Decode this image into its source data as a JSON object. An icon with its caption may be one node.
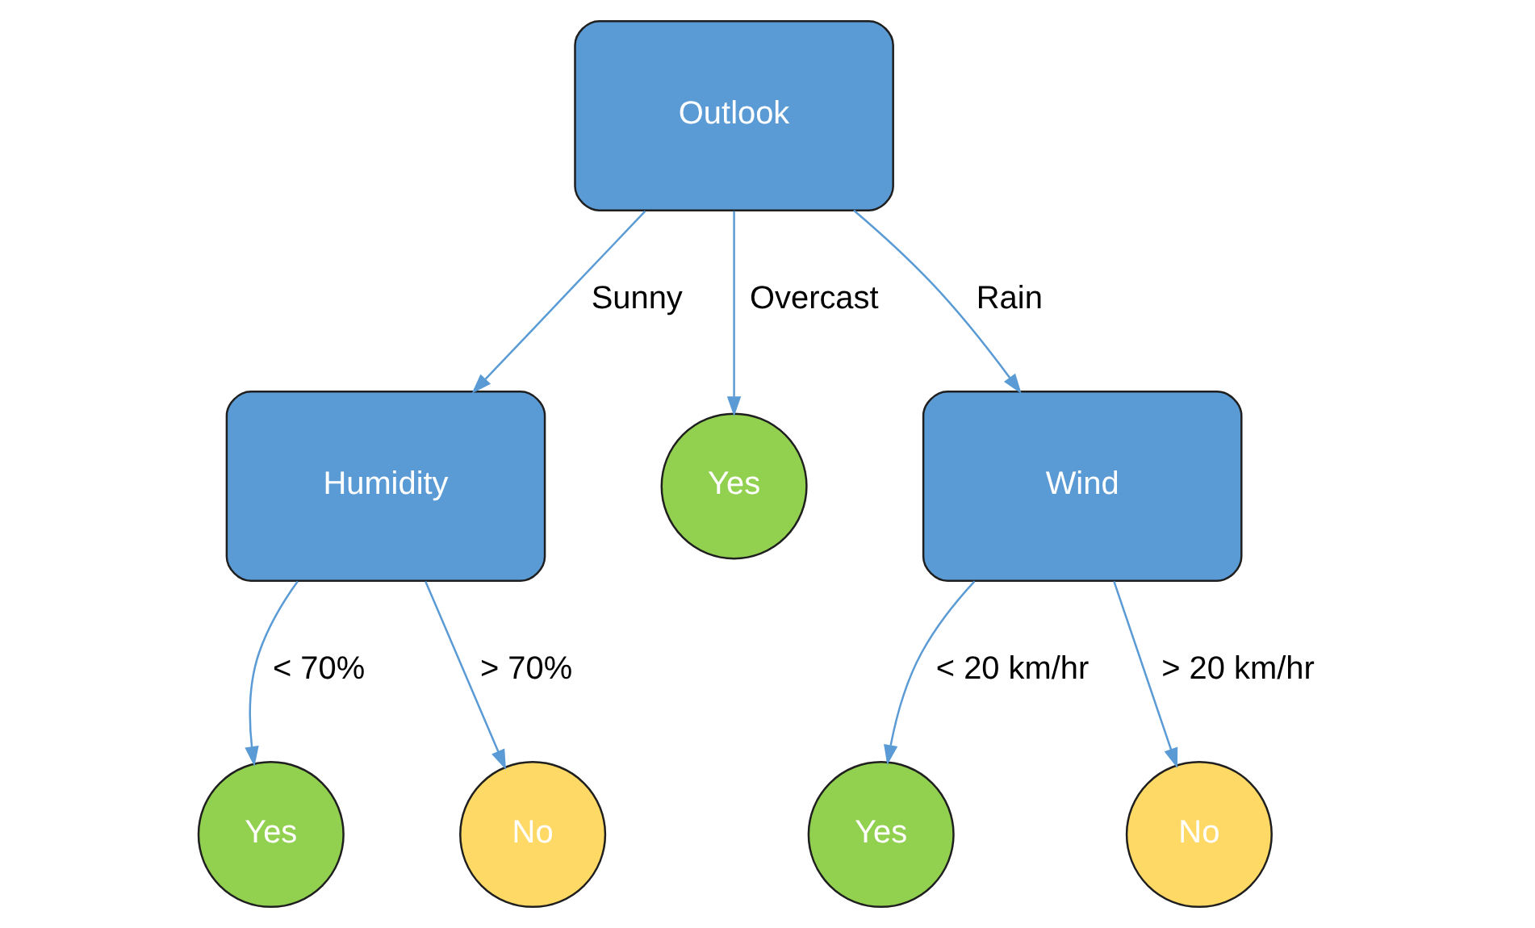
{
  "diagram": {
    "nodes": [
      {
        "text": [
          "Outlook"
        ]
      },
      {
        "text": [
          "Humidity"
        ]
      },
      {
        "text": [
          "Yes"
        ]
      },
      {
        "text": [
          "Wind"
        ]
      },
      {
        "text": [
          "Yes"
        ]
      },
      {
        "text": [
          "No"
        ]
      },
      {
        "text": [
          "Yes"
        ]
      },
      {
        "text": [
          "No"
        ]
      }
    ],
    "edges": [
      {
        "from": 0,
        "to": 1,
        "arrow": "to",
        "label": "Sunny"
      },
      {
        "from": 0,
        "to": 2,
        "arrow": "to",
        "label": "Overcast"
      },
      {
        "from": 0,
        "to": 3,
        "arrow": "to",
        "label": "Rain"
      },
      {
        "from": 1,
        "to": 4,
        "arrow": "to",
        "label": "< 70%"
      },
      {
        "from": 1,
        "to": 5,
        "arrow": "to",
        "label": "> 70%"
      },
      {
        "from": 3,
        "to": 6,
        "arrow": "to",
        "label": "< 20 km/hr"
      },
      {
        "from": 3,
        "to": 7,
        "arrow": "to",
        "label": "> 20 km/hr"
      }
    ]
  }
}
